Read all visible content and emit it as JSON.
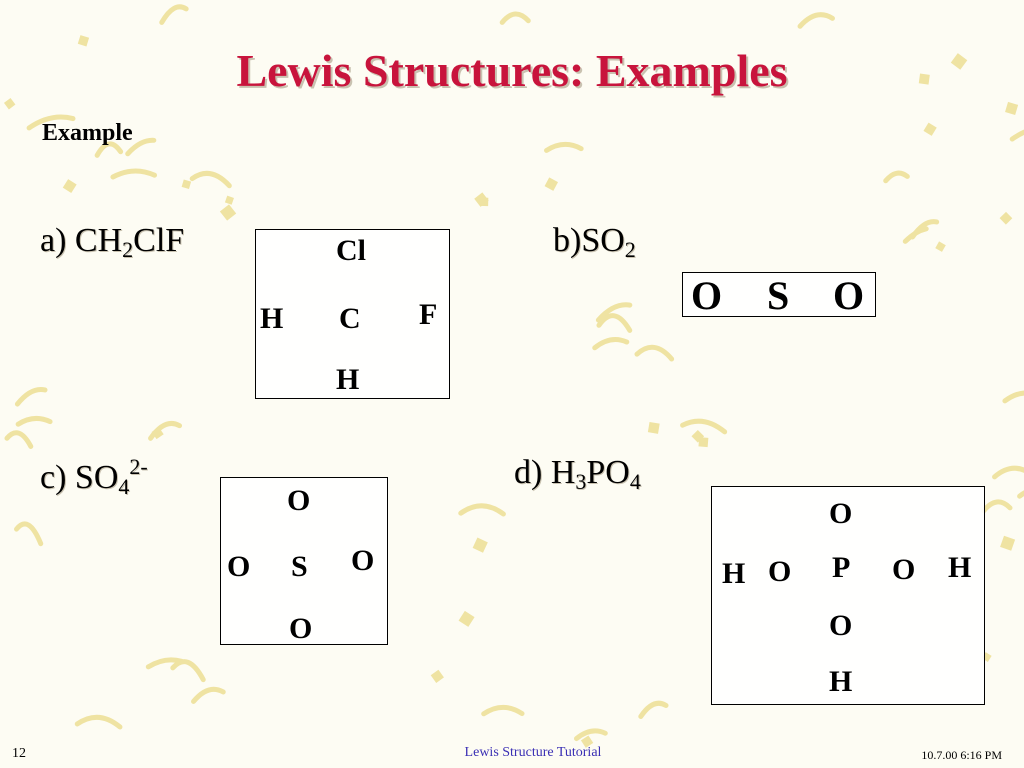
{
  "slide": {
    "title": "Lewis Structures:  Examples",
    "subheading": "Example",
    "footer_center": "Lewis Structure Tutorial",
    "page_number": "12",
    "date": "10.7.00 6:16 PM",
    "accent_color": "#c8143c",
    "confetti_color": "#efe3a2"
  },
  "examples": {
    "a": {
      "prefix": "a)  CH",
      "sub1": "2",
      "rest": "ClF",
      "atoms": {
        "top": "Cl",
        "left": "H",
        "center": "C",
        "right": "F",
        "bottom": "H"
      }
    },
    "b": {
      "prefix": "b)SO",
      "sub1": "2",
      "atoms": {
        "left": "O",
        "center": "S",
        "right": "O"
      }
    },
    "c": {
      "prefix": "c)  SO",
      "sub1": "4",
      "sup1": "2-",
      "atoms": {
        "top": "O",
        "left": "O",
        "center": "S",
        "right": "O",
        "bottom": "O"
      }
    },
    "d": {
      "prefix": "d) H",
      "sub1": "3",
      "mid": "PO",
      "sub2": "4",
      "atoms": {
        "top": "O",
        "left_h": "H",
        "left_o": "O",
        "center": "P",
        "right_o": "O",
        "right_h": "H",
        "bottom_o": "O",
        "bottom_h": "H"
      }
    }
  }
}
